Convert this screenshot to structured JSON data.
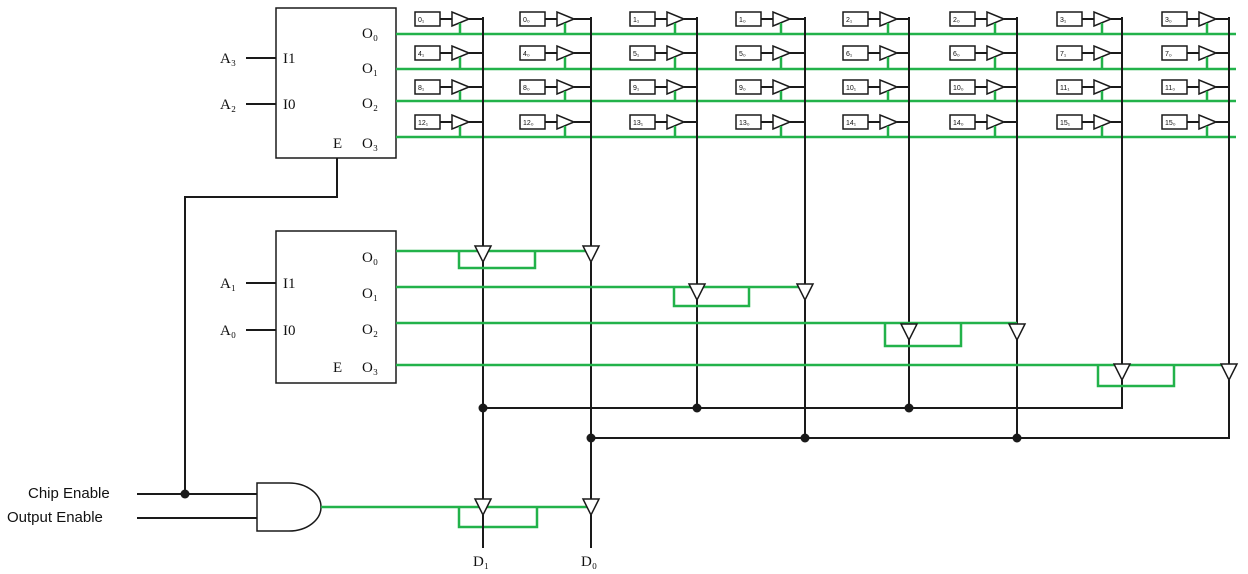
{
  "colors": {
    "wire": "#1a1a1a",
    "enable_wire": "#22b24a",
    "background": "#ffffff"
  },
  "decoder_top": {
    "inputs": [
      "A₃",
      "A₂"
    ],
    "pins_in": [
      "I1",
      "I0"
    ],
    "enable": "E",
    "outputs": [
      "O₀",
      "O₁",
      "O₂",
      "O₃"
    ]
  },
  "decoder_bottom": {
    "inputs": [
      "A₁",
      "A₀"
    ],
    "pins_in": [
      "I1",
      "I0"
    ],
    "enable": "E",
    "outputs": [
      "O₀",
      "O₁",
      "O₂",
      "O₃"
    ]
  },
  "memory_cells": [
    [
      "0₁",
      "0₀",
      "1₁",
      "1₀",
      "2₁",
      "2₀",
      "3₁",
      "3₀"
    ],
    [
      "4₁",
      "4₀",
      "5₁",
      "5₀",
      "6₁",
      "6₀",
      "7₁",
      "7₀"
    ],
    [
      "8₁",
      "8₀",
      "9₁",
      "9₀",
      "10₁",
      "10₀",
      "11₁",
      "11₀"
    ],
    [
      "12₁",
      "12₀",
      "13₁",
      "13₀",
      "14₁",
      "14₀",
      "15₁",
      "15₀"
    ]
  ],
  "control_inputs": [
    "Chip Enable",
    "Output Enable"
  ],
  "outputs": [
    "D₁",
    "D₀"
  ],
  "gate_icon": "and-gate-icon",
  "buffer_icon": "tristate-buffer-icon"
}
